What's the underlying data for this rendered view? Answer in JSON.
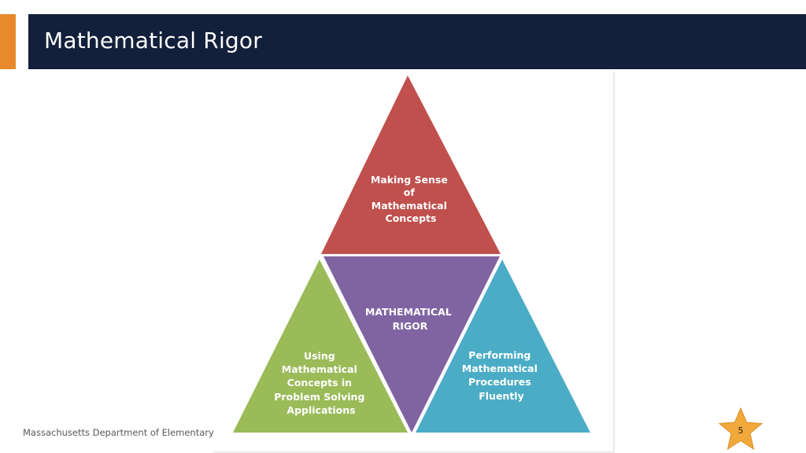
{
  "slide": {
    "title": "Mathematical Rigor",
    "footer": "Massachusetts Department of Elementary",
    "page_number": "5"
  },
  "diagram": {
    "top_triangle": {
      "lines": [
        "Making Sense",
        "of",
        "Mathematical",
        "Concepts"
      ],
      "color": "#c0504d"
    },
    "center_triangle": {
      "lines": [
        "MATHEMATICAL",
        "RIGOR"
      ],
      "color": "#8064a2"
    },
    "left_triangle": {
      "lines": [
        "Using",
        "Mathematical",
        "Concepts in",
        "Problem Solving",
        "Applications"
      ],
      "color": "#9bbb59"
    },
    "right_triangle": {
      "lines": [
        "Performing",
        "Mathematical",
        "Procedures",
        "Fluently"
      ],
      "color": "#4bacc6"
    }
  },
  "colors": {
    "title_bar": "#13203b",
    "accent": "#e8892b",
    "star": "#f2a93b"
  }
}
